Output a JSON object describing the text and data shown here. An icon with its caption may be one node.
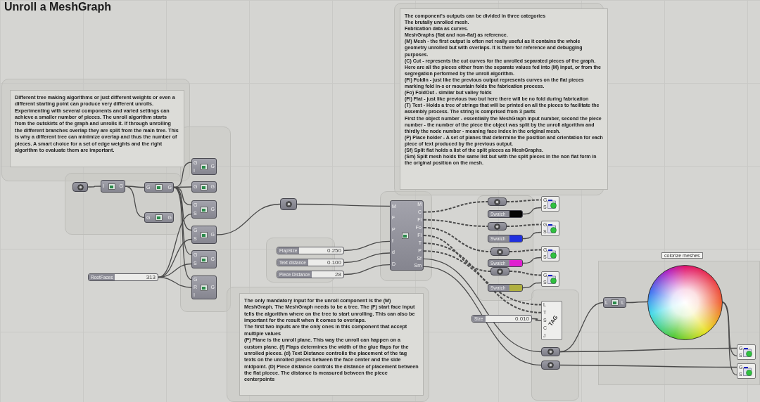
{
  "diagram": {
    "title": "Unroll a MeshGraph",
    "nodes": [
      {
        "text": [
          "Different tree making algorithms or just different weights or even a different starting point can produce very different unrolls. Experimenting with several components and varied settings can achieve a smaller number of pieces. The unroll algorithm starts from the outskirts of the graph and unrolls it. If through unrolling the different branches overlap they are split from the main tree. This is why a different tree can minimize overlap and thus the number of pieces. A smart choice for a set of edge weights and the right algorithm to evaluate them are important."
        ]
      },
      {
        "text": [
          "The component's outputs can be divided in three categories",
          "The brutally unrolled mesh.",
          "Fabrication data as curves.",
          "MeshGraphs (flat and non-flat) as reference.",
          "(M) Mesh - the first output is often not really useful as it contains the whole geometry unrolled but with overlaps. It is there for reference and debugging purposes.",
          "(C) Cut - represents the cut curves for the unrolled separated pieces of the graph. Here are all the pieces either from the separate values fed into (M) input, or from the segregation performed by the unroll algorithm.",
          "(Fi) FoldIn - just like the previous output represents curves on the flat pieces marking fold in-s or mountain folds the fabrication process.",
          "(Fo) FoldOut - similar but valley folds",
          "(Fl) Flat - just like previous two but here there will be no fold during fabrication",
          "(T) Text - Holds a tree of strings that will be printed on all the pieces to facilitate the assembly process. The string is comprised from 3 parts",
          "First the object number - essentially the MeshGraph input number, second the piece number - the number of the piece the object was split by the unroll algorithm and thirdly the node number - meaning face index in the original mesh.",
          "(P) Place holder - A set of planes that determine the position and orientation for each piece of text produced by the previous output.",
          "(Sf) Split flat holds a list of the split pieces as MeshGraphs.",
          "(Sm) Split mesh holds the same list but with the split pieces in the non flat form in the original position on the mesh."
        ]
      },
      {
        "text": [
          "The only mandatory input for the unroll component is the (M) MeshGraph. The MeshGraph needs to be a tree. The (F) start face input tells the algorithm where on the tree to start unrolling. This can also be important for the result when it comes to overlaps.",
          "The first two inputs are the only ones in this component that accept multiple values",
          "(P) Plane is the unroll plane. This way the unroll can happen on a custom plane. (f) Flaps determines the width of the glue flaps for the unrolled pieces. (d) Text Distance controlls the placement of the tag texts on the unrolled pieces between the face center and the side midpoint. (D) Piece distance controls the distance of placement between the flat picece. The distance is measured between the piece centerpoints"
        ]
      },
      {
        "text": [],
        "shape": "box"
      },
      {
        "text": [
          "I",
          "G"
        ]
      },
      {
        "text": [
          "G",
          "G"
        ]
      },
      {
        "text": [
          "G",
          "G"
        ]
      },
      {
        "text": [
          "G",
          "I",
          "G"
        ]
      },
      {
        "text": [
          "G",
          "G"
        ]
      },
      {
        "text": [
          "G",
          "S",
          "G"
        ]
      },
      {
        "text": [
          "G",
          "S",
          "G"
        ]
      },
      {
        "text": [
          "G",
          "S",
          "G"
        ]
      },
      {
        "text": [
          "G",
          "R",
          "I",
          "G"
        ]
      },
      {
        "text": [
          "RootFaces",
          "313"
        ]
      },
      {
        "text": [],
        "shape": "box"
      },
      {
        "text": [
          "FlapSize",
          "0.250"
        ]
      },
      {
        "text": [
          "Text distance",
          "0.100"
        ]
      },
      {
        "text": [
          "Piece Distance",
          "28"
        ]
      },
      {
        "text": [
          "M",
          "F",
          "P",
          "f",
          "d",
          "D",
          "M",
          "C",
          "Fi",
          "Fo",
          "Fl",
          "T",
          "P",
          "Sf",
          "Sm"
        ]
      },
      {
        "text": [],
        "shape": "box"
      },
      {
        "text": [],
        "shape": "box"
      },
      {
        "text": [],
        "shape": "box"
      },
      {
        "text": [],
        "shape": "box"
      },
      {
        "text": [
          "Swatch"
        ]
      },
      {
        "text": [
          "Swatch"
        ]
      },
      {
        "text": [
          "Swatch"
        ]
      },
      {
        "text": [
          "Swatch"
        ]
      },
      {
        "text": [
          "G",
          "S"
        ]
      },
      {
        "text": [
          "G",
          "S"
        ]
      },
      {
        "text": [
          "G",
          "S"
        ]
      },
      {
        "text": [
          "G",
          "S"
        ]
      },
      {
        "text": [
          "L",
          "T",
          "S",
          "C",
          "J",
          "TAG"
        ]
      },
      {
        "text": [
          "Size",
          "0.010"
        ]
      },
      {
        "text": [],
        "shape": "box"
      },
      {
        "text": [],
        "shape": "box"
      },
      {
        "text": [
          "L",
          "L"
        ]
      },
      {
        "text": [],
        "shape": "circle"
      },
      {
        "text": [
          "G",
          "S"
        ]
      },
      {
        "text": [
          "G",
          "S"
        ]
      }
    ],
    "edges": [
      {
        "from": 3,
        "to": 4,
        "arrow": "none"
      },
      {
        "from": 4,
        "to": 5,
        "arrow": "none"
      },
      {
        "from": 4,
        "to": 6,
        "arrow": "none"
      },
      {
        "from": 5,
        "to": 7,
        "arrow": "none"
      },
      {
        "from": 5,
        "to": 8,
        "arrow": "none"
      },
      {
        "from": 5,
        "to": 9,
        "arrow": "none"
      },
      {
        "from": 5,
        "to": 10,
        "arrow": "none"
      },
      {
        "from": 5,
        "to": 11,
        "arrow": "none"
      },
      {
        "from": 5,
        "to": 12,
        "arrow": "none"
      },
      {
        "from": 13,
        "to": 9,
        "arrow": "none"
      },
      {
        "from": 13,
        "to": 10,
        "arrow": "none"
      },
      {
        "from": 13,
        "to": 11,
        "arrow": "none"
      },
      {
        "from": 13,
        "to": 12,
        "arrow": "none"
      },
      {
        "from": 10,
        "to": 14,
        "arrow": "none"
      },
      {
        "from": 14,
        "to": 18,
        "arrow": "none"
      },
      {
        "from": 15,
        "to": 18,
        "arrow": "none"
      },
      {
        "from": 16,
        "to": 18,
        "arrow": "none"
      },
      {
        "from": 17,
        "to": 18,
        "arrow": "none"
      },
      {
        "from": 18,
        "to": 19,
        "arrow": "none",
        "style": "dashed"
      },
      {
        "from": 18,
        "to": 20,
        "arrow": "none",
        "style": "dashed"
      },
      {
        "from": 18,
        "to": 21,
        "arrow": "none",
        "style": "dashed"
      },
      {
        "from": 18,
        "to": 22,
        "arrow": "none",
        "style": "dashed"
      },
      {
        "from": 19,
        "to": 27,
        "arrow": "none",
        "style": "dashed"
      },
      {
        "from": 20,
        "to": 28,
        "arrow": "none",
        "style": "dashed"
      },
      {
        "from": 21,
        "to": 29,
        "arrow": "none",
        "style": "dashed"
      },
      {
        "from": 22,
        "to": 30,
        "arrow": "none",
        "style": "dashed"
      },
      {
        "from": 23,
        "to": 27,
        "arrow": "none"
      },
      {
        "from": 24,
        "to": 28,
        "arrow": "none"
      },
      {
        "from": 25,
        "to": 29,
        "arrow": "none"
      },
      {
        "from": 26,
        "to": 30,
        "arrow": "none"
      },
      {
        "from": 18,
        "to": 31,
        "arrow": "none",
        "style": "dashed"
      },
      {
        "from": 18,
        "to": 31,
        "arrow": "none",
        "style": "dashed"
      },
      {
        "from": 32,
        "to": 31,
        "arrow": "none"
      },
      {
        "from": 18,
        "to": 33,
        "arrow": "none"
      },
      {
        "from": 18,
        "to": 34,
        "arrow": "none"
      },
      {
        "from": 33,
        "to": 35,
        "arrow": "none"
      },
      {
        "from": 35,
        "to": 36,
        "arrow": "none"
      },
      {
        "from": 36,
        "to": 37,
        "arrow": "none"
      },
      {
        "from": 36,
        "to": 38,
        "arrow": "none"
      },
      {
        "from": 33,
        "to": 37,
        "arrow": "none"
      },
      {
        "from": 34,
        "to": 38,
        "arrow": "none"
      }
    ],
    "labels": [
      "colorize meshes"
    ]
  }
}
